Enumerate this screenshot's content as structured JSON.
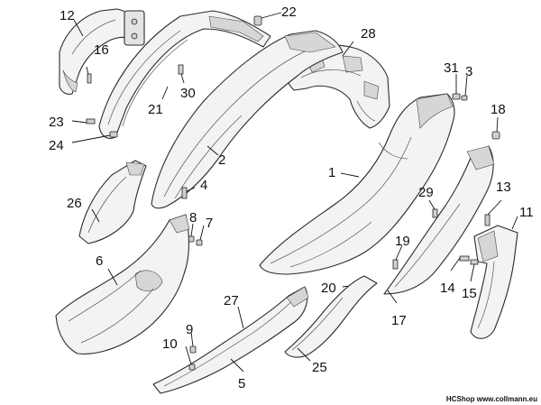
{
  "diagram": {
    "callouts": [
      "12",
      "16",
      "22",
      "28",
      "31",
      "3",
      "30",
      "21",
      "23",
      "24",
      "18",
      "2",
      "1",
      "4",
      "26",
      "29",
      "13",
      "11",
      "8",
      "7",
      "19",
      "6",
      "20",
      "14",
      "15",
      "27",
      "17",
      "9",
      "10",
      "25",
      "5"
    ]
  },
  "footer": {
    "brand": "HCShop",
    "url": "www.collmann.eu"
  }
}
